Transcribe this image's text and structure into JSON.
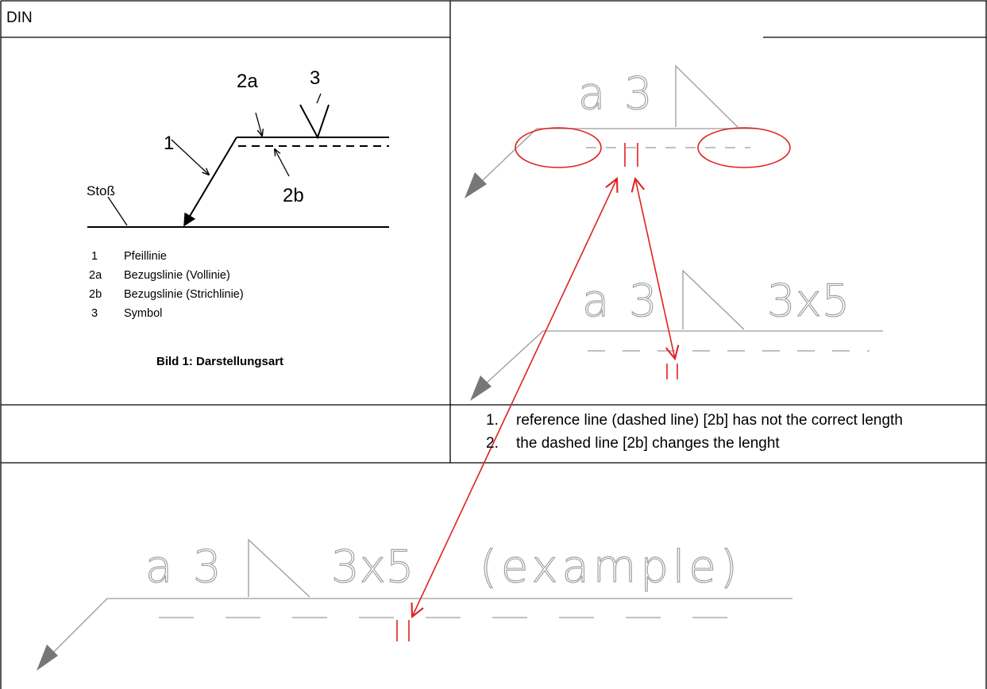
{
  "header": {
    "left_label": "DIN"
  },
  "din_figure": {
    "callouts": {
      "c2a": "2a",
      "c3": "3",
      "c1": "1",
      "c2b": "2b",
      "joint": "Stoß"
    },
    "legend": [
      {
        "num": "1",
        "text": "Pfeillinie"
      },
      {
        "num": "2a",
        "text": "Bezugslinie (Vollinie)"
      },
      {
        "num": "2b",
        "text": "Bezugslinie (Strichlinie)"
      },
      {
        "num": "3",
        "text": "Symbol"
      }
    ],
    "caption": "Bild 1: Darstellungsart"
  },
  "weld_symbols": {
    "sym1": {
      "a": "a",
      "throat": "3"
    },
    "sym2": {
      "a": "a",
      "throat": "3",
      "length": "3x5"
    },
    "sym3": {
      "a": "a",
      "throat": "3",
      "length": "3x5",
      "note": "(example)"
    },
    "parallel_mark": "||"
  },
  "notes": [
    {
      "num": "1.",
      "text": "reference line (dashed line) [2b] has not the correct length"
    },
    {
      "num": "2.",
      "text": "the dashed line [2b] changes the lenght"
    }
  ],
  "colors": {
    "annotation": "#e02020",
    "cad_line": "#9a9a9a",
    "grid": "#000000"
  }
}
